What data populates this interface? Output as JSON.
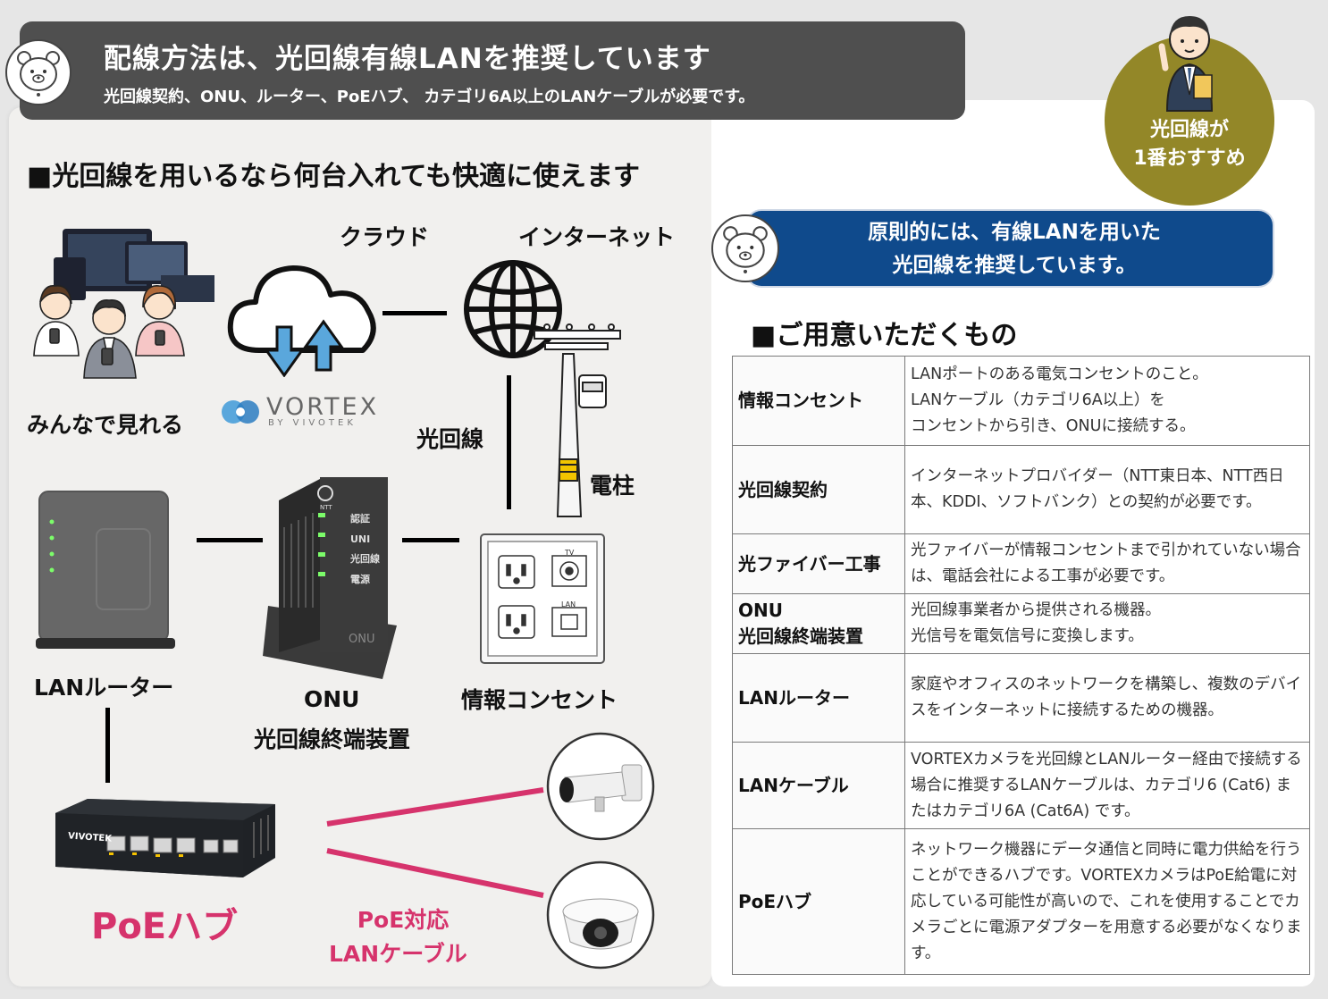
{
  "banner": {
    "title": "配線方法は、光回線有線LANを推奨しています",
    "subtitle": "光回線契約、ONU、ルーター、PoEハブ、 カテゴリ6A以上のLANケーブルが必要です。"
  },
  "badge": {
    "line1": "光回線が",
    "line2": "1番おすすめ"
  },
  "left_heading": "■光回線を用いるなら何台入れても快適に使えます",
  "diagram": {
    "cloud_label": "クラウド",
    "internet_label": "インターネット",
    "everyone_label": "みんなで見れる",
    "vortex_logo": "VORTEX",
    "vortex_sub": "BY VIVOTEK",
    "fiber_label": "光回線",
    "pole_label": "電柱",
    "router_label": "LANルーター",
    "onu_label_1": "ONU",
    "onu_label_2": "光回線終端装置",
    "outlet_label": "情報コンセント",
    "poe_label": "PoEハブ",
    "cable_label_1": "PoE対応",
    "cable_label_2": "LANケーブル",
    "onu_leds": [
      "認証",
      "UNI",
      "光回線",
      "電源"
    ],
    "onu_brand": "ONU",
    "outlet_tv": "TV",
    "outlet_lan": "LAN",
    "hub_brand": "VIVOTEK",
    "colors": {
      "pink": "#d6336c",
      "blue_arrow": "#5aa7dc"
    }
  },
  "notice": {
    "line1": "原則的には、有線LANを用いた",
    "line2": "光回線を推奨しています。"
  },
  "right_heading": "■ご用意いただくもの",
  "items": [
    {
      "name": "情報コンセント",
      "desc": "LANポートのある電気コンセントのこと。\nLANケーブル（カテゴリ6A以上）を\nコンセントから引き、ONUに接続する。"
    },
    {
      "name": "光回線契約",
      "desc": "インターネットプロバイダー（NTT東日本、NTT西日本、KDDI、ソフトバンク）との契約が必要です。"
    },
    {
      "name": "光ファイバー工事",
      "desc": "光ファイバーが情報コンセントまで引かれていない場合は、電話会社による工事が必要です。"
    },
    {
      "name": "ONU\n光回線終端装置",
      "desc": "光回線事業者から提供される機器。\n光信号を電気信号に変換します。"
    },
    {
      "name": "LANルーター",
      "desc": "家庭やオフィスのネットワークを構築し、複数のデバイスをインターネットに接続するための機器。"
    },
    {
      "name": "LANケーブル",
      "desc": "VORTEXカメラを光回線とLANルーター経由で接続する場合に推奨するLANケーブルは、カテゴリ6 (Cat6) またはカテゴリ6A (Cat6A) です。"
    },
    {
      "name": "PoEハブ",
      "desc": "ネットワーク機器にデータ通信と同時に電力供給を行うことができるハブです。VORTEXカメラはPoE給電に対応している可能性が高いので、これを使用することでカメラごとに電源アダプターを用意する必要がなくなります。"
    }
  ]
}
